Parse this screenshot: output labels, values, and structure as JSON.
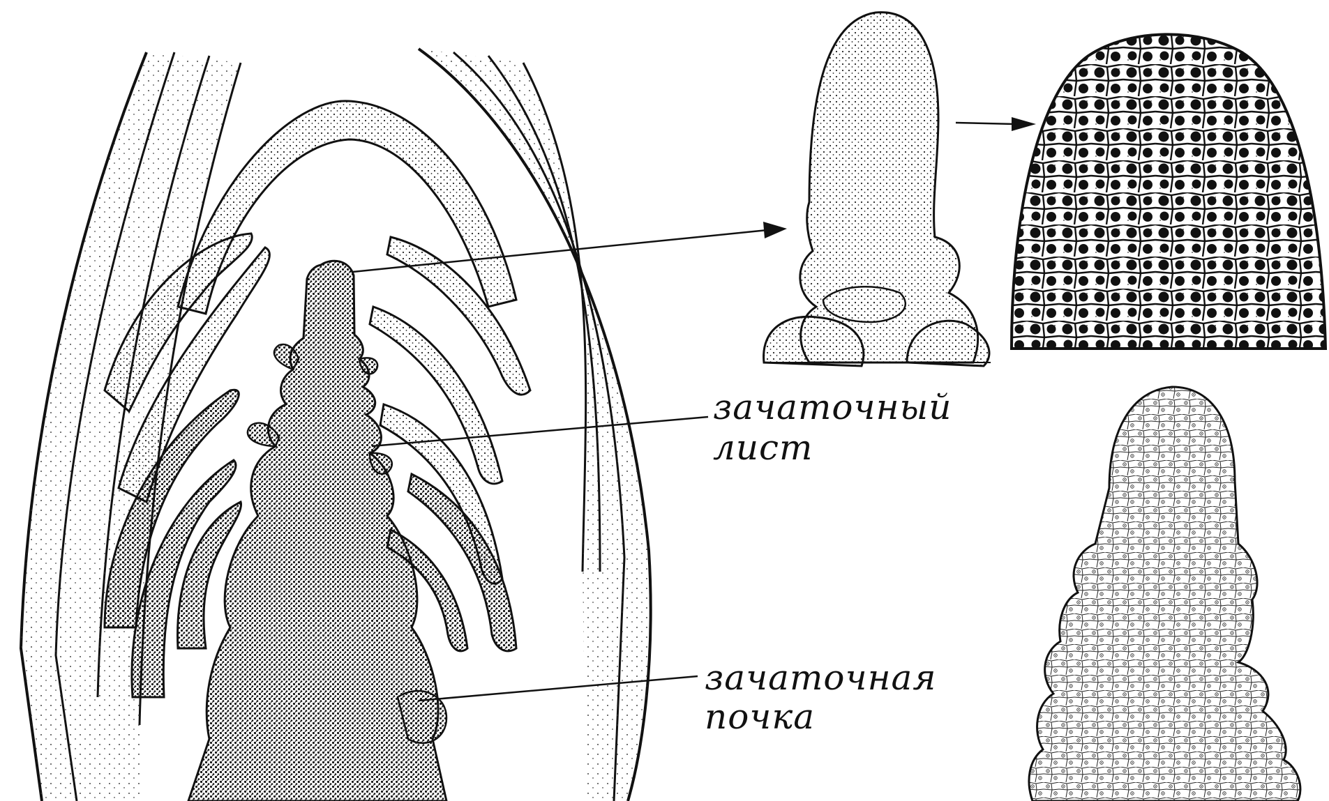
{
  "labels": {
    "leaf_primordium": {
      "line1": "зачаточный",
      "line2": "лист"
    },
    "bud_primordium": {
      "line1": "зачаточная",
      "line2": "почка"
    }
  },
  "colors": {
    "ink": "#111111",
    "paper": "#ffffff"
  }
}
